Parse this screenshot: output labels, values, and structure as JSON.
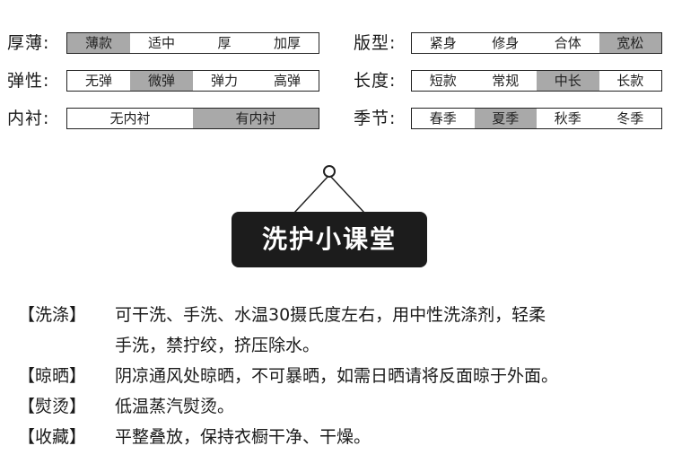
{
  "attributes_left": [
    {
      "label": "厚薄:",
      "options": [
        "薄款",
        "适中",
        "厚",
        "加厚"
      ],
      "selected": 0
    },
    {
      "label": "弹性:",
      "options": [
        "无弹",
        "微弹",
        "弹力",
        "高弹"
      ],
      "selected": 1
    },
    {
      "label": "内衬:",
      "options": [
        "无内衬",
        "有内衬"
      ],
      "selected": 1
    }
  ],
  "attributes_right": [
    {
      "label": "版型:",
      "options": [
        "紧身",
        "修身",
        "合体",
        "宽松"
      ],
      "selected": 3
    },
    {
      "label": "长度:",
      "options": [
        "短款",
        "常规",
        "中长",
        "长款"
      ],
      "selected": 2
    },
    {
      "label": "季节:",
      "options": [
        "春季",
        "夏季",
        "秋季",
        "冬季"
      ],
      "selected": 1
    }
  ],
  "sign": {
    "title": "洗护小课堂"
  },
  "care": [
    {
      "tag": "【洗涤】",
      "text": "可干洗、手洗、水温30摄氏度左右，用中性洗涤剂，轻柔",
      "cont": "手洗，禁拧绞，挤压除水。"
    },
    {
      "tag": "【晾晒】",
      "text": "阴凉通风处晾晒，不可暴晒，如需日晒请将反面晾于外面。"
    },
    {
      "tag": "【熨烫】",
      "text": "低温蒸汽熨烫。"
    },
    {
      "tag": "【收藏】",
      "text": "平整叠放，保持衣橱干净、干燥。"
    }
  ],
  "colors": {
    "selected_fill": "#a9a9a9",
    "sign_bg": "#1c1c1c",
    "sign_text": "#ffffff"
  }
}
